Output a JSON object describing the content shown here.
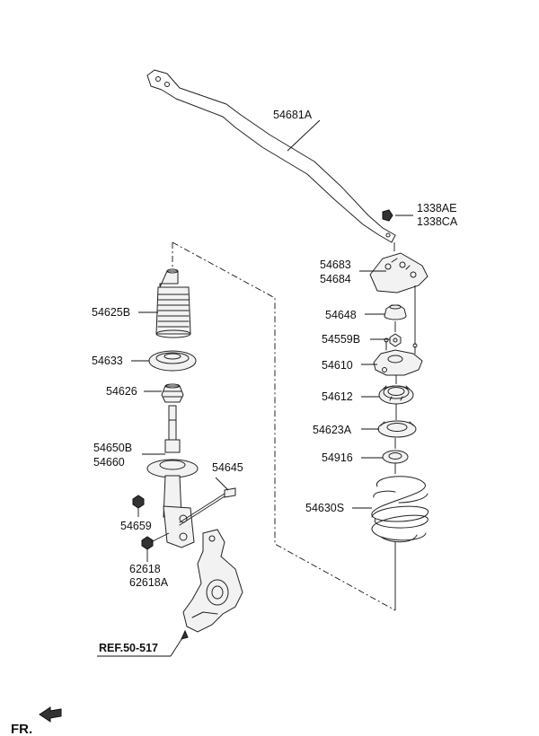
{
  "labels": {
    "stabilizer_bar": "54681A",
    "link_nut_1": "1338AE",
    "link_nut_2": "1338CA",
    "insulator_1": "54683",
    "insulator_2": "54684",
    "bump_stopper_cap": "54648",
    "mount_nut": "54559B",
    "strut_mount": "54610",
    "bearing": "54612",
    "spring_pad": "54623A",
    "spring_seat": "54916",
    "coil_spring": "54630S",
    "dust_cover": "54625B",
    "dust_cover_plate": "54633",
    "bumper": "54626",
    "strut_1": "54650B",
    "strut_2": "54660",
    "bolt": "54645",
    "nut": "54659",
    "knuckle_nut_1": "62618",
    "knuckle_nut_2": "62618A",
    "reference": "REF.50-517",
    "front_indicator": "FR."
  }
}
